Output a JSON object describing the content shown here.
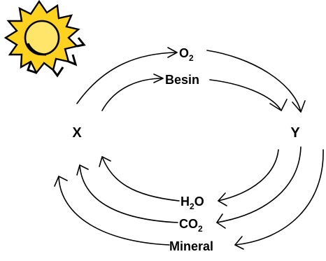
{
  "diagram": {
    "nodes": {
      "x": "X",
      "y": "Y"
    },
    "top_labels": {
      "oxygen": {
        "base": "O",
        "sub": "2"
      },
      "food": {
        "base": "Besin"
      }
    },
    "bottom_labels": {
      "water": {
        "base": "H",
        "sub": "2",
        "tail": "O"
      },
      "carbon_dioxide": {
        "base": "CO",
        "sub": "2"
      },
      "mineral": {
        "base": "Mineral"
      }
    },
    "icons": {
      "sun": "sun-icon"
    },
    "colors": {
      "sun_fill": "#FFD21F",
      "sun_core": "#FFE66A",
      "line": "#000000"
    }
  }
}
